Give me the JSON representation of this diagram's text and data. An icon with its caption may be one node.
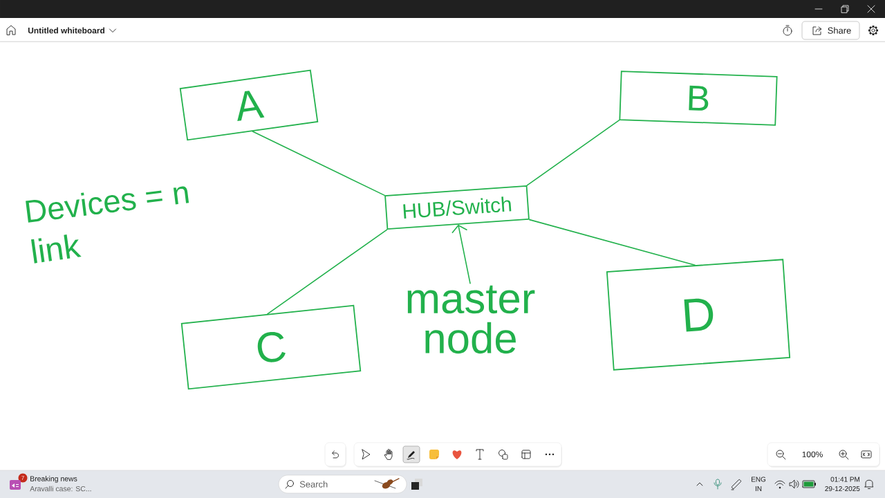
{
  "diagram": {
    "nodes": [
      {
        "text": [
          "A"
        ]
      },
      {
        "text": [
          "B"
        ]
      },
      {
        "text": [
          "HUB/Switch"
        ]
      },
      {
        "text": [
          "C"
        ]
      },
      {
        "text": [
          "D"
        ]
      },
      {
        "text": [
          "master node"
        ]
      }
    ],
    "edges": [
      {
        "from": 0,
        "to": 2,
        "arrow": "none"
      },
      {
        "from": 1,
        "to": 2,
        "arrow": "none"
      },
      {
        "from": 3,
        "to": 2,
        "arrow": "none"
      },
      {
        "from": 4,
        "to": 2,
        "arrow": "none"
      },
      {
        "from": 5,
        "to": 2,
        "arrow": "to"
      }
    ],
    "labels": [
      "Untitled whiteboard",
      "Share",
      "Devices = n",
      "link",
      "100%",
      "7",
      "Breaking news",
      "Aravalli case: SC...",
      "Search",
      "ENG",
      "IN",
      "01:41 PM",
      "29-12-2025"
    ]
  }
}
